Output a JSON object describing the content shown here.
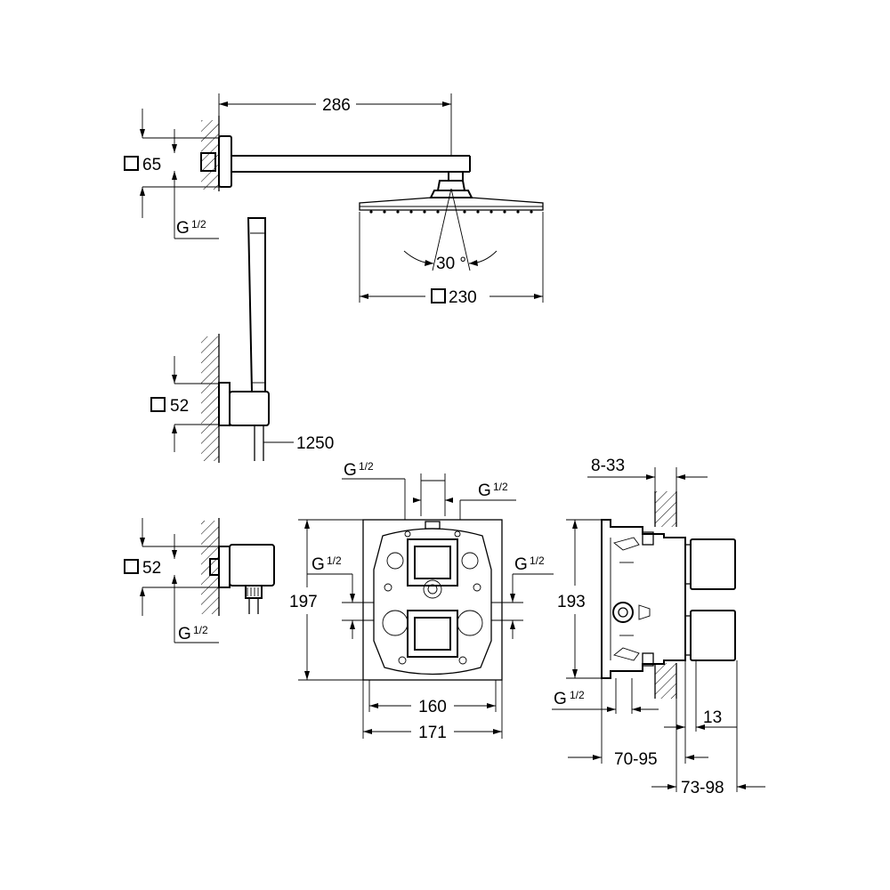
{
  "dimensions": {
    "arm_length": "286",
    "arm_flange": "65",
    "arm_thread": "G",
    "arm_thread_frac": "1/2",
    "head_angle": "30 °",
    "head_size": "230",
    "hand_holder": "52",
    "hose_length": "1250",
    "outlet_size": "52",
    "outlet_thread": "G",
    "outlet_thread_frac": "1/2",
    "plate_height": "197",
    "plate_width_inner": "160",
    "plate_width_outer": "171",
    "top_thread": "G",
    "top_thread_frac": "1/2",
    "left_thread": "G",
    "left_thread_frac": "1/2",
    "right_thread": "G",
    "right_thread_frac": "1/2",
    "box_height": "193",
    "wall_range": "8-33",
    "side_thread": "G",
    "side_thread_frac": "1/2",
    "cover_depth": "13",
    "depth_range_a": "70-95",
    "depth_range_b": "73-98"
  }
}
